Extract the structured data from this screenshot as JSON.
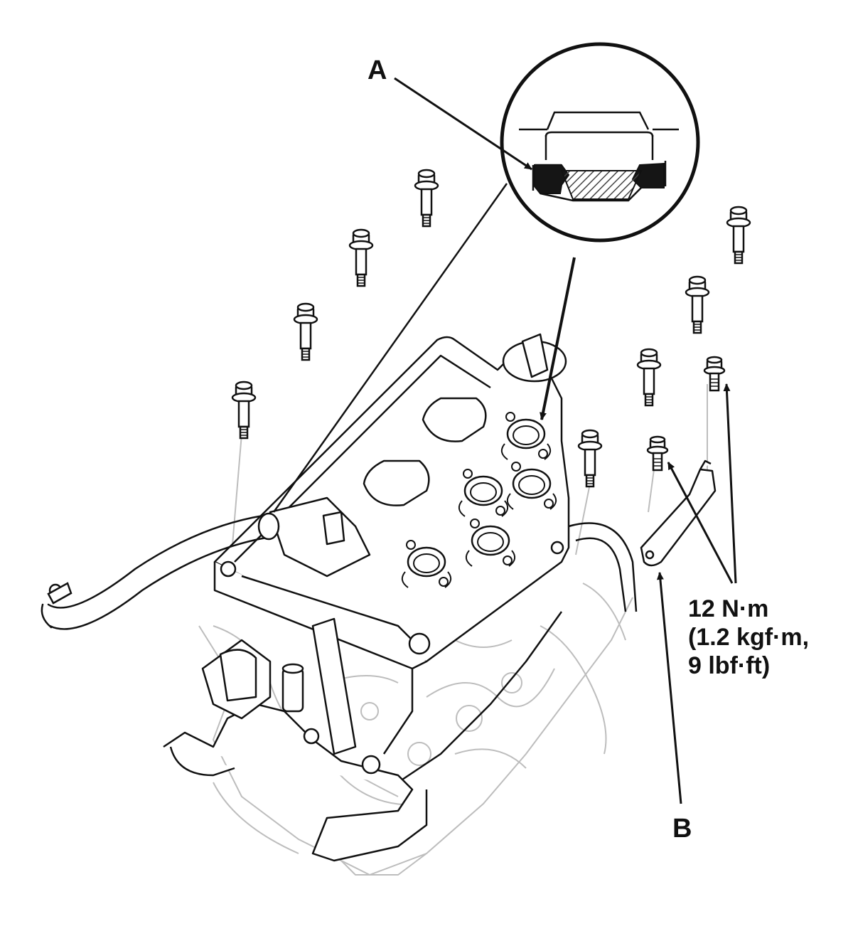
{
  "labels": {
    "a": "A",
    "b": "B"
  },
  "torque": {
    "line1": "12 N·m",
    "line2": "(1.2 kgf·m,",
    "line3": "9 lbf·ft)"
  },
  "colors": {
    "ink": "#111111",
    "faint": "#bdbdbd",
    "hatch": "#444444",
    "seal": "#151515"
  },
  "icons": {
    "bolt": "flange-bolt-icon",
    "seal": "spark-plug-tube-seal-icon",
    "bracket": "hose-bracket-icon"
  }
}
